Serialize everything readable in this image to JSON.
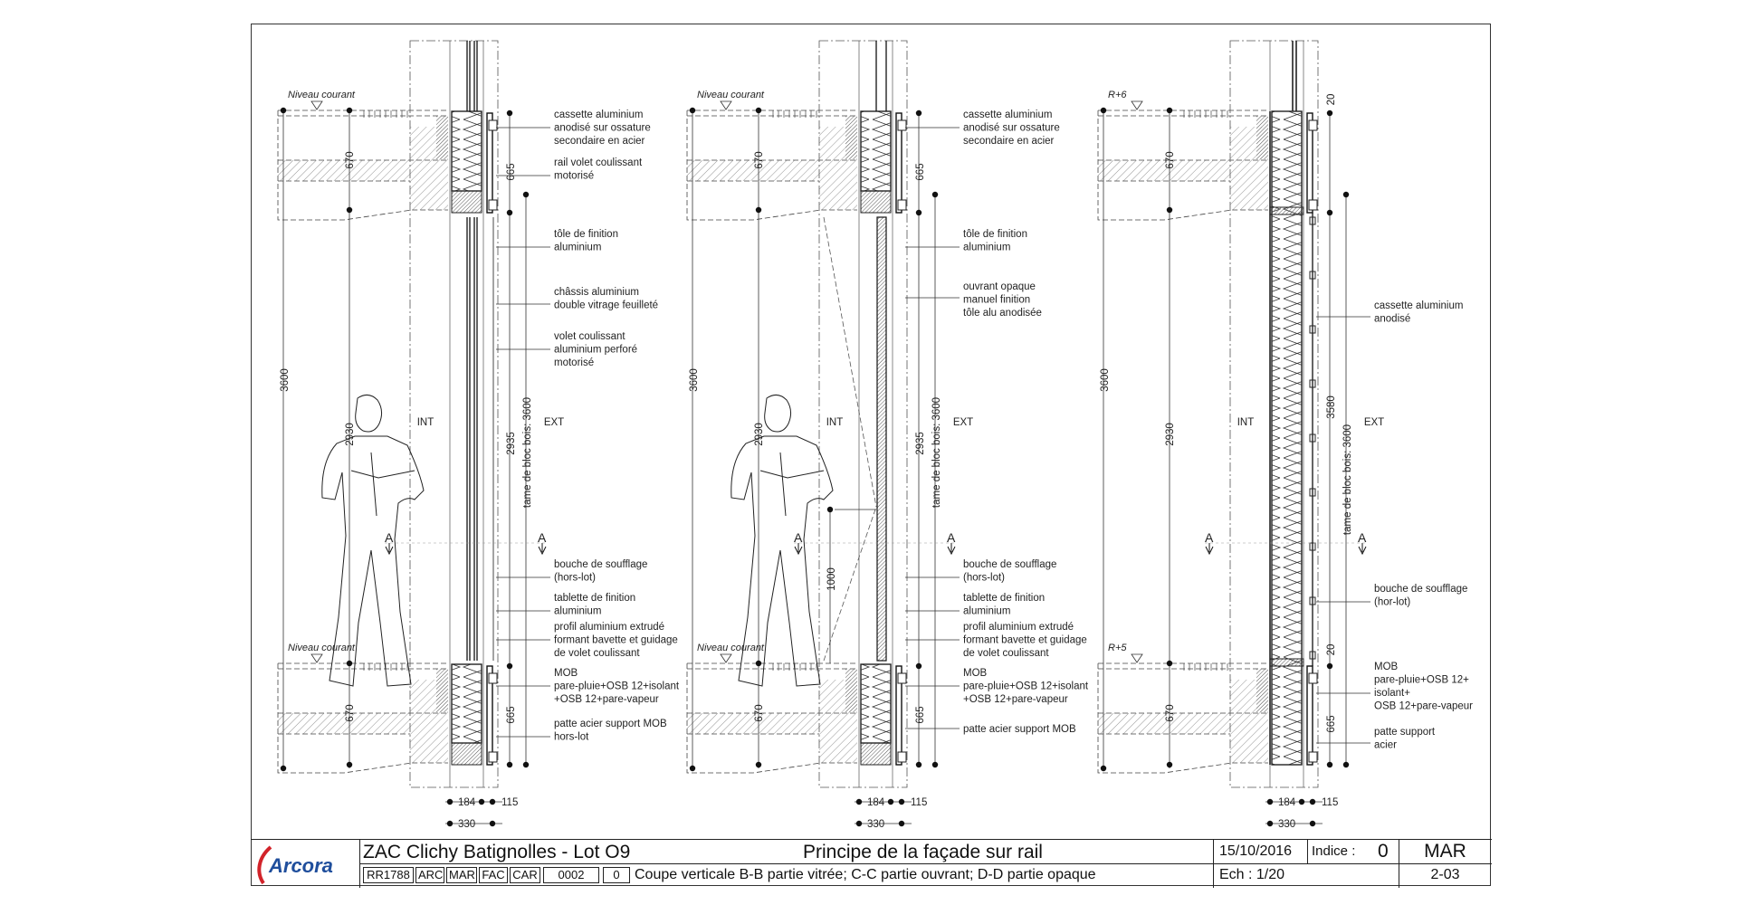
{
  "title_block": {
    "logo": "Arcora",
    "project": "ZAC Clichy Batignolles - Lot O9",
    "drawing_title": "Principe de la façade sur rail",
    "date": "15/10/2016",
    "indice_label": "Indice :",
    "indice_value": "0",
    "author": "MAR",
    "codes": [
      "RR1788",
      "ARC",
      "MAR",
      "FAC",
      "CAR",
      "0002",
      "0"
    ],
    "subtitle": "Coupe verticale B-B partie vitrée; C-C partie ouvrant; D-D partie opaque",
    "scale": "Ech  :  1/20",
    "sheet": "2-03"
  },
  "sections": [
    {
      "level_top": "Niveau courant",
      "level_bottom": "Niveau courant",
      "int": "INT",
      "ext": "EXT",
      "section_mark": "A",
      "dims": [
        "3600",
        "670",
        "2930",
        "670",
        "665",
        "2935",
        "tame de bloc bois: 3600",
        "665",
        "184",
        "115",
        "330"
      ],
      "annotations": [
        [
          "cassette aluminium",
          "anodisé sur ossature",
          "secondaire en acier"
        ],
        [
          "rail volet coulissant",
          "motorisé"
        ],
        [
          "tôle de finition",
          "aluminium"
        ],
        [
          "châssis aluminium",
          "double vitrage feuilleté"
        ],
        [
          "volet coulissant",
          "aluminium perforé",
          "motorisé"
        ],
        [
          "bouche de soufflage",
          "(hors-lot)"
        ],
        [
          "tablette de finition",
          "aluminium"
        ],
        [
          "profil aluminium extrudé",
          "formant bavette et guidage",
          "de volet coulissant"
        ],
        [
          "MOB",
          "pare-pluie+OSB 12+isolant",
          "+OSB 12+pare-vapeur"
        ],
        [
          "patte acier support MOB",
          "hors-lot"
        ]
      ]
    },
    {
      "level_top": "Niveau courant",
      "level_bottom": "Niveau courant",
      "int": "INT",
      "ext": "EXT",
      "section_mark": "A",
      "dims": [
        "3600",
        "670",
        "2930",
        "670",
        "665",
        "2935",
        "tame de bloc bois: 3600",
        "665",
        "184",
        "115",
        "330",
        "1000"
      ],
      "annotations": [
        [
          "cassette aluminium",
          "anodisé sur ossature",
          "secondaire en acier"
        ],
        [
          "tôle de finition",
          "aluminium"
        ],
        [
          "ouvrant opaque",
          "manuel finition",
          "tôle alu anodisée"
        ],
        [
          "bouche de soufflage",
          "(hors-lot)"
        ],
        [
          "tablette de finition",
          "aluminium"
        ],
        [
          "profil aluminium extrudé",
          "formant bavette et guidage",
          "de volet coulissant"
        ],
        [
          "MOB",
          "pare-pluie+OSB 12+isolant",
          "+OSB 12+pare-vapeur"
        ],
        [
          "patte acier support MOB"
        ]
      ]
    },
    {
      "level_top": "R+6",
      "level_bottom": "R+5",
      "int": "INT",
      "ext": "EXT",
      "section_mark": "A",
      "dims": [
        "3600",
        "670",
        "2930",
        "670",
        "20",
        "3580",
        "tame de bloc bois: 3600",
        "20",
        "665",
        "184",
        "115",
        "330"
      ],
      "annotations": [
        [
          "cassette aluminium",
          "anodisé"
        ],
        [
          "bouche de soufflage",
          "(hor-lot)"
        ],
        [
          "MOB",
          "pare-pluie+OSB 12+",
          "isolant+",
          "OSB 12+pare-vapeur"
        ],
        [
          "patte support",
          "acier"
        ]
      ]
    }
  ]
}
